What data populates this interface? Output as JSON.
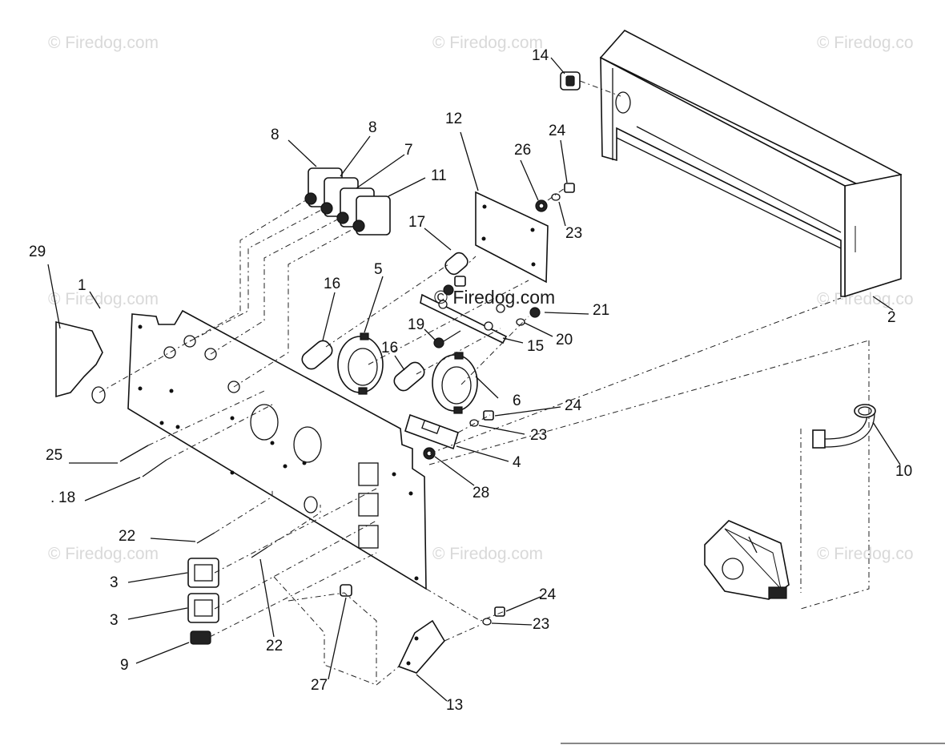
{
  "watermarks": [
    "© Firedog.com",
    "© Firedog.com",
    "© Firedog.co",
    "© Firedog.com",
    "© Firedog.com",
    "© Firedog.co",
    "© Firedog.com",
    "© Firedog.co"
  ],
  "center_watermark": "© Firedog.com",
  "callouts": [
    "14",
    "12",
    "24",
    "26",
    "23",
    "8",
    "8",
    "7",
    "11",
    "17",
    "29",
    "1",
    "16",
    "5",
    "21",
    "20",
    "19",
    "15",
    "16",
    "6",
    "2",
    "24",
    "23",
    "4",
    "28",
    "25",
    "18",
    "10",
    "22",
    "3",
    "3",
    "22",
    "9",
    "27",
    "24",
    "23",
    "13",
    "."
  ],
  "colors": {
    "ink": "#111111",
    "watermark": "#d9d9d9",
    "paper": "#ffffff"
  }
}
